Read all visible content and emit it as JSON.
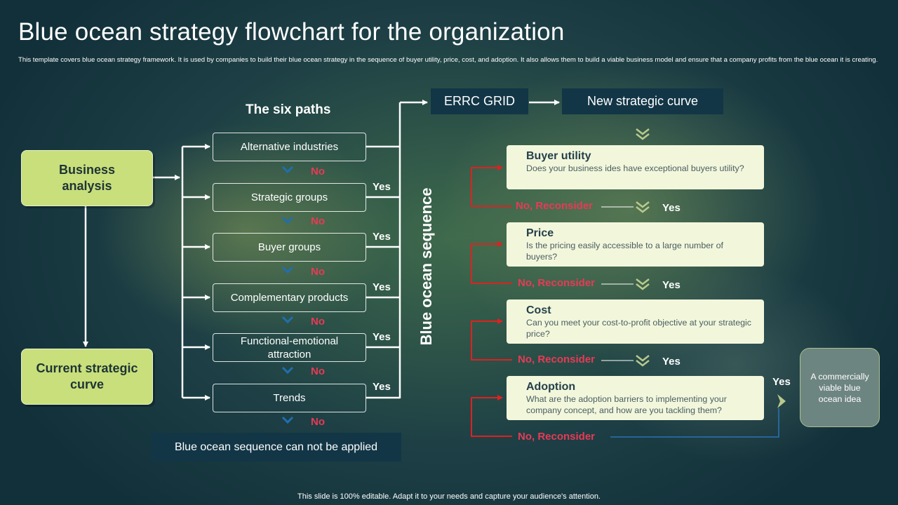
{
  "title": "Blue ocean strategy flowchart for the organization",
  "description": "This template covers blue ocean strategy framework.  It is used by companies to build their blue ocean strategy in the sequence of buyer utility, price, cost, and adoption. It also allows them to build a viable business model and ensure that a company profits from the blue ocean it is creating.",
  "left": {
    "business_analysis": "Business analysis",
    "current_curve": "Current strategic curve"
  },
  "six_paths": {
    "heading": "The six paths",
    "items": [
      "Alternative industries",
      "Strategic groups",
      "Buyer groups",
      "Complementary products",
      "Functional-emotional attraction",
      "Trends"
    ],
    "no_label": "No",
    "yes_label": "Yes",
    "not_applied": "Blue ocean sequence can not be applied"
  },
  "sequence": {
    "vertical_label": "Blue ocean sequence",
    "errc": "ERRC GRID",
    "new_curve": "New strategic curve",
    "reconsider": "No, Reconsider",
    "yes_label": "Yes",
    "questions": [
      {
        "title": "Buyer utility",
        "text": "Does your business ides have exceptional buyers utility?"
      },
      {
        "title": "Price",
        "text": "Is the pricing easily accessible to a large number of buyers?"
      },
      {
        "title": "Cost",
        "text": "Can you meet your cost-to-profit objective at your strategic price?"
      },
      {
        "title": "Adoption",
        "text": "What are the adoption barriers to implementing your company concept, and how are you tackling them?"
      }
    ],
    "final": "A commercially viable blue ocean idea"
  },
  "footer": "This slide is 100% editable. Adapt it to your needs and capture your audience's attention.",
  "colors": {
    "accent_green": "#c8df7c",
    "no_red": "#e83a55",
    "arrow_red": "#e02020",
    "dark_box": "#123646",
    "chevron_blue": "#1f6fb0"
  }
}
